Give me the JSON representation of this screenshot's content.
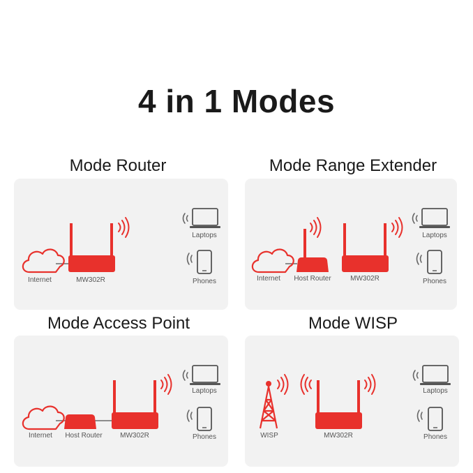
{
  "title": "4 in 1 Modes",
  "colors": {
    "device_red": "#e8312c",
    "line_gray": "#6b6b6b",
    "panel_bg": "#f2f2f2"
  },
  "modes": [
    {
      "heading": "Mode Router",
      "labels": {
        "internet": "Internet",
        "device": "MW302R",
        "laptops": "Laptops",
        "phones": "Phones"
      }
    },
    {
      "heading": "Mode Range Extender",
      "labels": {
        "internet": "Internet",
        "host": "Host Router",
        "device": "MW302R",
        "laptops": "Laptops",
        "phones": "Phones"
      }
    },
    {
      "heading": "Mode Access Point",
      "labels": {
        "internet": "Internet",
        "host": "Host Router",
        "device": "MW302R",
        "laptops": "Laptops",
        "phones": "Phones"
      }
    },
    {
      "heading": "Mode WISP",
      "labels": {
        "wisp": "WISP",
        "device": "MW302R",
        "laptops": "Laptops",
        "phones": "Phones"
      }
    }
  ]
}
